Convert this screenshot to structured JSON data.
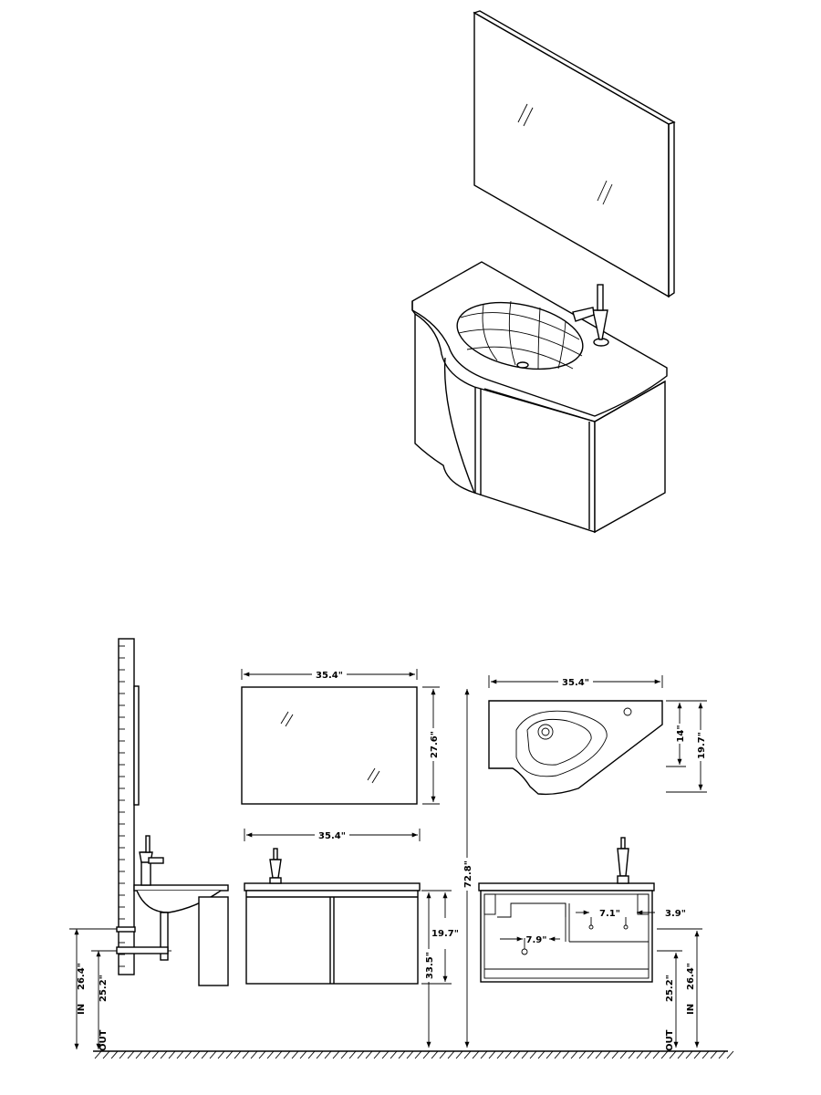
{
  "colors": {
    "line": "#000000",
    "background": "#ffffff"
  },
  "dimensions": {
    "mirror_width": "35.4\"",
    "mirror_height": "27.6\"",
    "vanity_width": "35.4\"",
    "top_width": "35.4\"",
    "top_depth_inner": "14\"",
    "top_depth": "19.7\"",
    "total_height": "72.8\"",
    "cabinet_height": "19.7\"",
    "floor_to_top": "33.5\"",
    "drain_offset_a": "7.1\"",
    "drain_offset_b": "3.9\"",
    "drain_offset_c": "7.9\"",
    "in_height": "26.4\"",
    "out_height": "25.2\""
  },
  "labels": {
    "in": "IN",
    "out": "OUT"
  }
}
